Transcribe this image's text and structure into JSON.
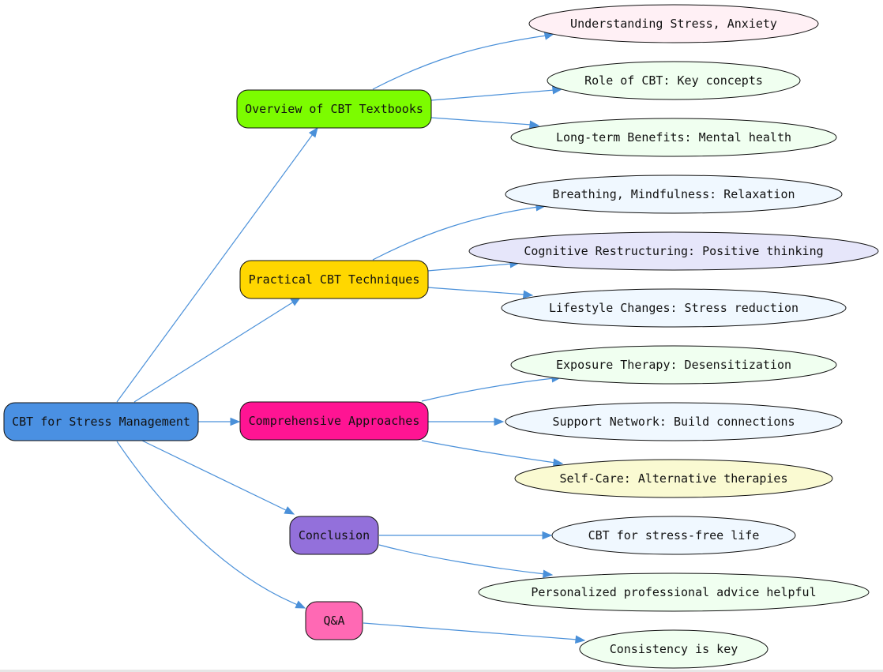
{
  "diagram": {
    "nodes": [
      {
        "id": "root",
        "label": "CBT for Stress Management",
        "shape": "box",
        "color": "#4a90e2"
      },
      {
        "id": "overview",
        "label": "Overview of CBT Textbooks",
        "shape": "box",
        "color": "#7cfc00"
      },
      {
        "id": "practical",
        "label": "Practical CBT Techniques",
        "shape": "box",
        "color": "#ffd700"
      },
      {
        "id": "comprehensive",
        "label": "Comprehensive Approaches",
        "shape": "box",
        "color": "#ff1493"
      },
      {
        "id": "conclusion",
        "label": "Conclusion",
        "shape": "box",
        "color": "#9370db"
      },
      {
        "id": "qa",
        "label": "Q&A",
        "shape": "box",
        "color": "#ff69b4"
      },
      {
        "id": "stress",
        "label": "Understanding Stress, Anxiety",
        "shape": "ellipse",
        "color": "#fff0f5"
      },
      {
        "id": "role",
        "label": "Role of CBT: Key concepts",
        "shape": "ellipse",
        "color": "#f0fff0"
      },
      {
        "id": "longterm",
        "label": "Long-term Benefits: Mental health",
        "shape": "ellipse",
        "color": "#f0fff0"
      },
      {
        "id": "breathing",
        "label": "Breathing, Mindfulness: Relaxation",
        "shape": "ellipse",
        "color": "#f0f8ff"
      },
      {
        "id": "cognitive",
        "label": "Cognitive Restructuring: Positive thinking",
        "shape": "ellipse",
        "color": "#e6e6fa"
      },
      {
        "id": "lifestyle",
        "label": "Lifestyle Changes: Stress reduction",
        "shape": "ellipse",
        "color": "#f0f8ff"
      },
      {
        "id": "exposure",
        "label": "Exposure Therapy: Desensitization",
        "shape": "ellipse",
        "color": "#f0fff0"
      },
      {
        "id": "support",
        "label": "Support Network: Build connections",
        "shape": "ellipse",
        "color": "#f0f8ff"
      },
      {
        "id": "selfcare",
        "label": "Self-Care: Alternative therapies",
        "shape": "ellipse",
        "color": "#fafad2"
      },
      {
        "id": "stressfree",
        "label": "CBT for stress-free life",
        "shape": "ellipse",
        "color": "#f0f8ff"
      },
      {
        "id": "personalized",
        "label": "Personalized professional advice helpful",
        "shape": "ellipse",
        "color": "#f0fff0"
      },
      {
        "id": "consistency",
        "label": "Consistency is key",
        "shape": "ellipse",
        "color": "#f0fff0"
      }
    ],
    "edges": [
      {
        "from": "root",
        "to": "overview"
      },
      {
        "from": "root",
        "to": "practical"
      },
      {
        "from": "root",
        "to": "comprehensive"
      },
      {
        "from": "root",
        "to": "conclusion"
      },
      {
        "from": "root",
        "to": "qa"
      },
      {
        "from": "overview",
        "to": "stress"
      },
      {
        "from": "overview",
        "to": "role"
      },
      {
        "from": "overview",
        "to": "longterm"
      },
      {
        "from": "practical",
        "to": "breathing"
      },
      {
        "from": "practical",
        "to": "cognitive"
      },
      {
        "from": "practical",
        "to": "lifestyle"
      },
      {
        "from": "comprehensive",
        "to": "exposure"
      },
      {
        "from": "comprehensive",
        "to": "support"
      },
      {
        "from": "comprehensive",
        "to": "selfcare"
      },
      {
        "from": "conclusion",
        "to": "stressfree"
      },
      {
        "from": "conclusion",
        "to": "personalized"
      },
      {
        "from": "qa",
        "to": "consistency"
      }
    ],
    "edge_color": "#4a90d9"
  }
}
